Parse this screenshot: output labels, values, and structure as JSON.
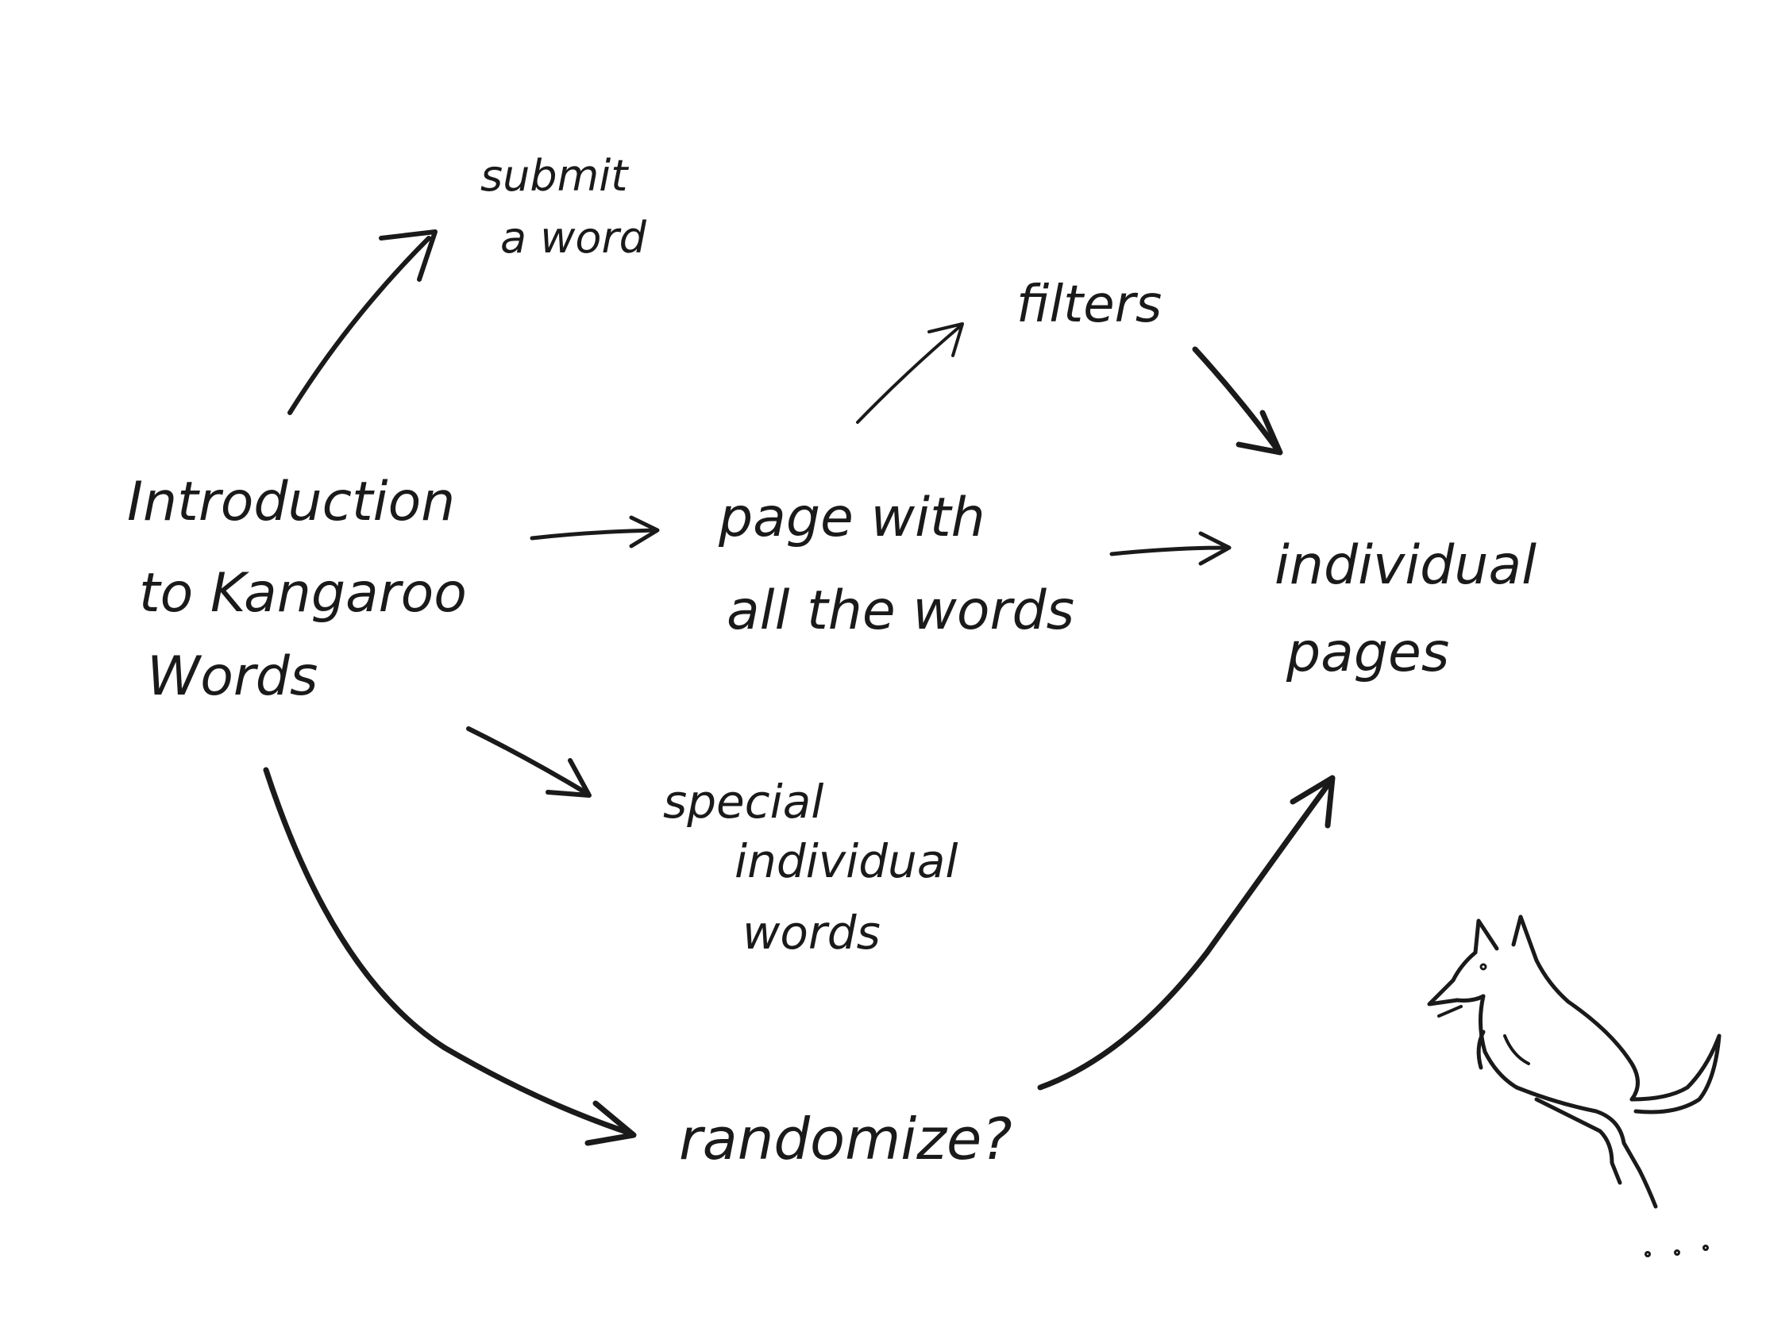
{
  "colors": {
    "background": "#ffffff",
    "ink": "#1a1a1a"
  },
  "nodes": {
    "introduction": [
      "Introduction",
      "to Kangaroo",
      "Words"
    ],
    "submit": [
      "submit",
      "a word"
    ],
    "all_words": [
      "page with",
      "all the words"
    ],
    "filters": [
      "filters"
    ],
    "individual_pages": [
      "individual",
      "pages"
    ],
    "special_words": [
      "special",
      "individual",
      "words"
    ],
    "randomize": [
      "randomize?"
    ]
  },
  "edges": [
    {
      "from": "introduction",
      "to": "submit"
    },
    {
      "from": "introduction",
      "to": "all_words"
    },
    {
      "from": "introduction",
      "to": "special_words"
    },
    {
      "from": "introduction",
      "to": "randomize"
    },
    {
      "from": "all_words",
      "to": "filters"
    },
    {
      "from": "all_words",
      "to": "individual_pages"
    },
    {
      "from": "filters",
      "to": "individual_pages"
    },
    {
      "from": "randomize",
      "to": "individual_pages"
    }
  ],
  "illustration": {
    "name": "kangaroo-drawing"
  }
}
